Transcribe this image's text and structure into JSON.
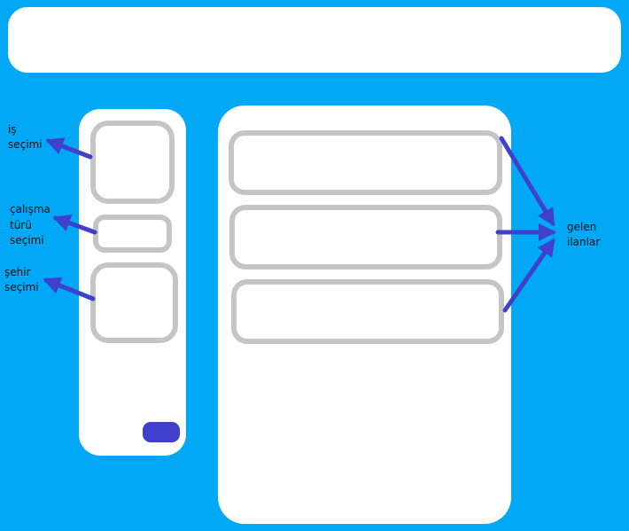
{
  "labels": {
    "job_selection": [
      "iş",
      "seçimi"
    ],
    "work_type_selection": [
      "çalışma",
      "türü",
      "seçimi"
    ],
    "city_selection": [
      "şehir",
      "seçimi"
    ],
    "incoming_listings": [
      "gelen",
      "ilanlar"
    ]
  },
  "colors": {
    "background": "#00a8f5",
    "panel": "#ffffff",
    "box_border": "#c5c5c5",
    "accent": "#4040cf"
  }
}
